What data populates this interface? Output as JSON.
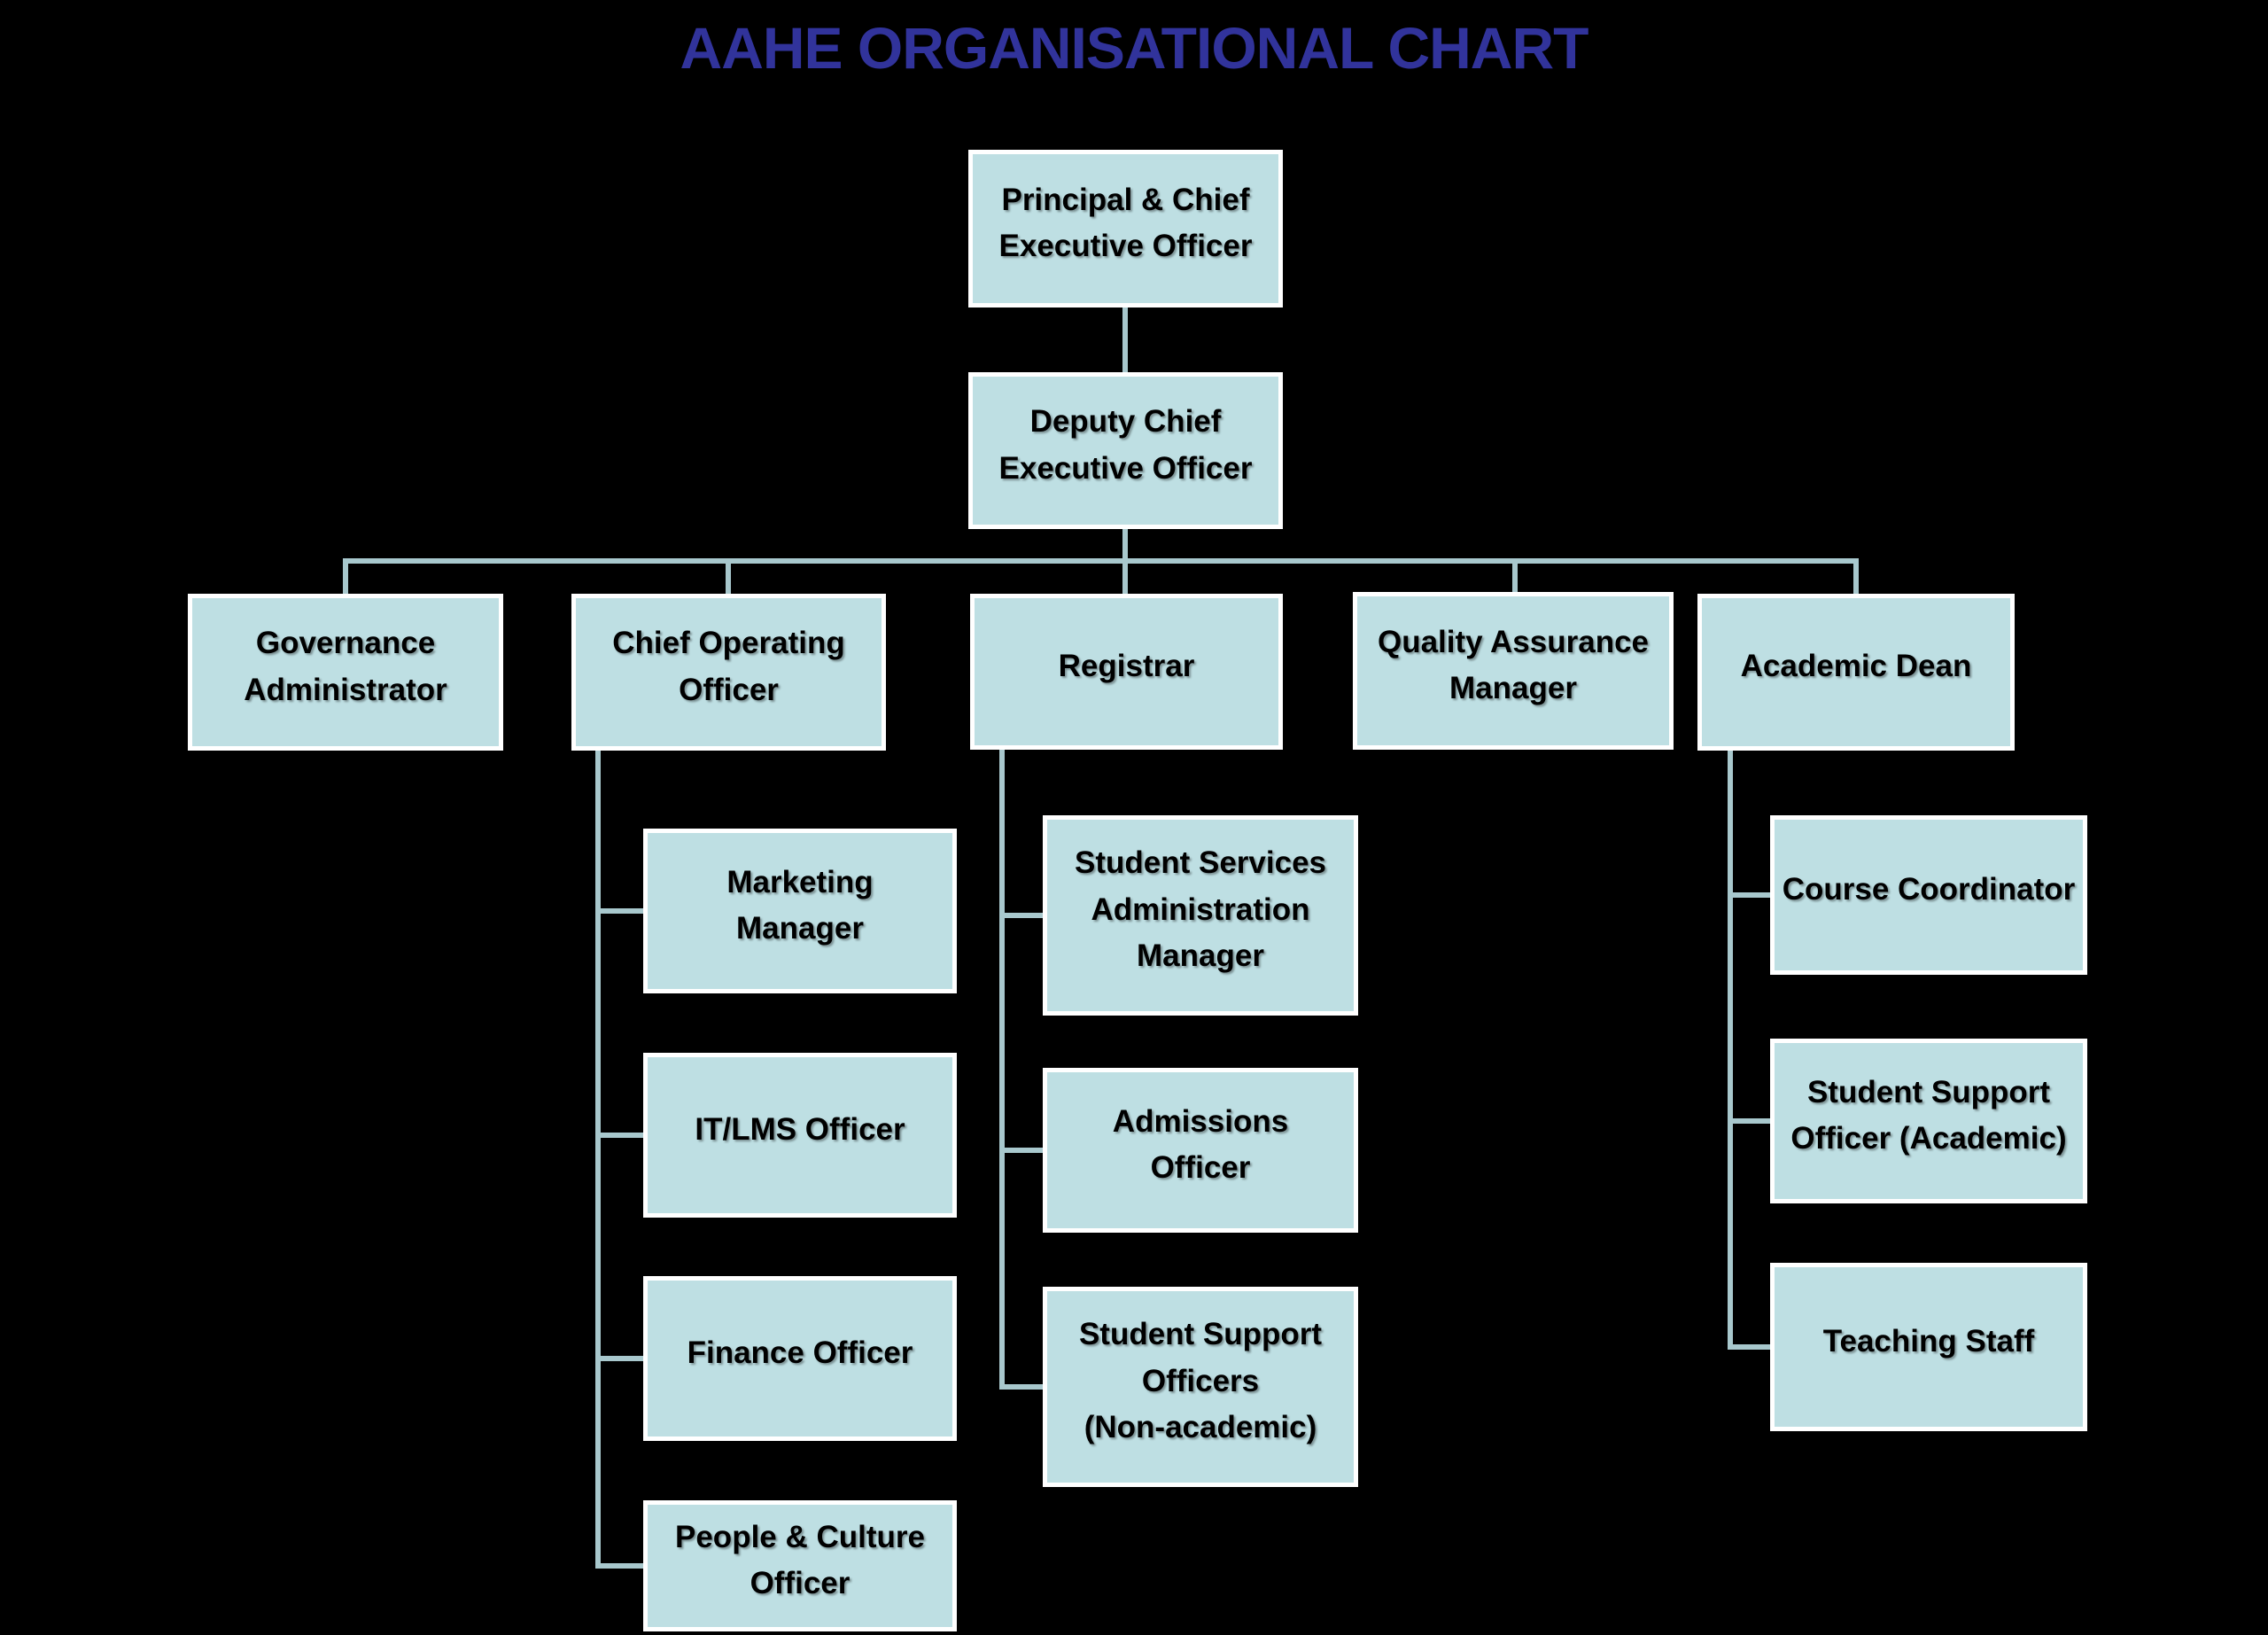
{
  "title": "AAHE ORGANISATIONAL CHART",
  "colors": {
    "background": "#000000",
    "box_fill": "#BEDFE3",
    "box_border": "#FFFFFF",
    "connector": "#A8C8CD",
    "title_color": "#31339B",
    "text_color": "#000000"
  },
  "nodes": {
    "principal_ceo": {
      "label": "Principal & Chief\nExecutive Officer",
      "reports_to": null
    },
    "deputy_ceo": {
      "label": "Deputy Chief\nExecutive Officer",
      "reports_to": "principal_ceo"
    },
    "governance_administrator": {
      "label": "Governance\nAdministrator",
      "reports_to": "deputy_ceo"
    },
    "chief_operating_officer": {
      "label": "Chief Operating\nOfficer",
      "reports_to": "deputy_ceo"
    },
    "registrar": {
      "label": "Registrar",
      "reports_to": "deputy_ceo"
    },
    "quality_assurance_manager": {
      "label": "Quality Assurance\nManager",
      "reports_to": "deputy_ceo"
    },
    "academic_dean": {
      "label": "Academic Dean",
      "reports_to": "deputy_ceo"
    },
    "marketing_manager": {
      "label": "Marketing\nManager",
      "reports_to": "chief_operating_officer"
    },
    "it_lms_officer": {
      "label": "IT/LMS Officer",
      "reports_to": "chief_operating_officer"
    },
    "finance_officer": {
      "label": "Finance Officer",
      "reports_to": "chief_operating_officer"
    },
    "people_culture_officer": {
      "label": "People & Culture\nOfficer",
      "reports_to": "chief_operating_officer"
    },
    "student_services_admin_manager": {
      "label": "Student Services\nAdministration\nManager",
      "reports_to": "registrar"
    },
    "admissions_officer": {
      "label": "Admissions\nOfficer",
      "reports_to": "registrar"
    },
    "student_support_officers_non_academic": {
      "label": "Student Support\nOfficers\n(Non-academic)",
      "reports_to": "registrar"
    },
    "course_coordinator": {
      "label": "Course Coordinator",
      "reports_to": "academic_dean"
    },
    "student_support_officer_academic": {
      "label": "Student Support\nOfficer (Academic)",
      "reports_to": "academic_dean"
    },
    "teaching_staff": {
      "label": "Teaching Staff",
      "reports_to": "academic_dean"
    }
  }
}
